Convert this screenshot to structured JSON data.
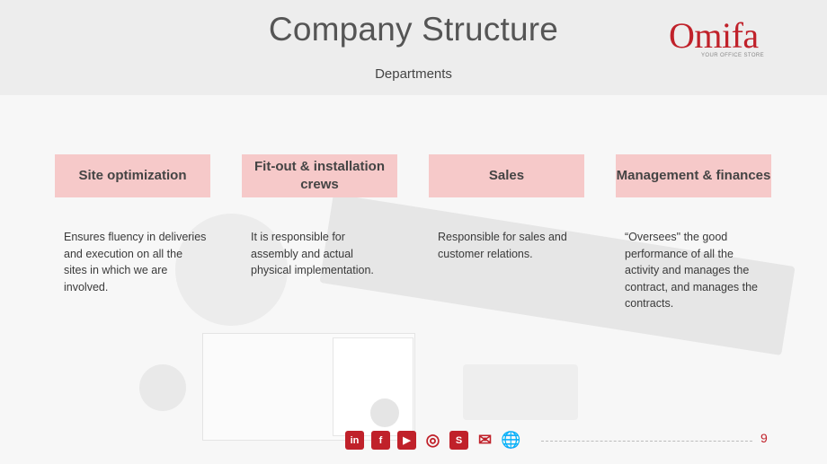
{
  "header": {
    "title": "Company Structure",
    "subtitle": "Departments",
    "logo": {
      "word": "Omifa",
      "tagline": "YOUR OFFICE STORE"
    }
  },
  "departments": [
    {
      "name": "Site optimization",
      "description": "Ensures fluency in deliveries and execution on all the sites in which we are involved."
    },
    {
      "name": "Fit-out & installation crews",
      "description": "It is responsible for assembly and actual physical implementation."
    },
    {
      "name": "Sales",
      "description": "Responsible for sales and customer relations."
    },
    {
      "name": "Management & finances",
      "description": "“Oversees\" the good performance of all the activity and manages the contract, and manages the contracts."
    }
  ],
  "footer": {
    "socials": [
      {
        "icon": "linkedin-icon",
        "glyph": "in"
      },
      {
        "icon": "facebook-icon",
        "glyph": "f"
      },
      {
        "icon": "youtube-icon",
        "glyph": "▶"
      },
      {
        "icon": "instagram-icon",
        "glyph": "◎"
      },
      {
        "icon": "store-icon",
        "glyph": "S"
      },
      {
        "icon": "mail-icon",
        "glyph": "✉"
      },
      {
        "icon": "globe-icon",
        "glyph": "🌐"
      }
    ],
    "page_number": "9"
  },
  "colors": {
    "accent": "#c0212a",
    "box": "#f6c9c9"
  }
}
